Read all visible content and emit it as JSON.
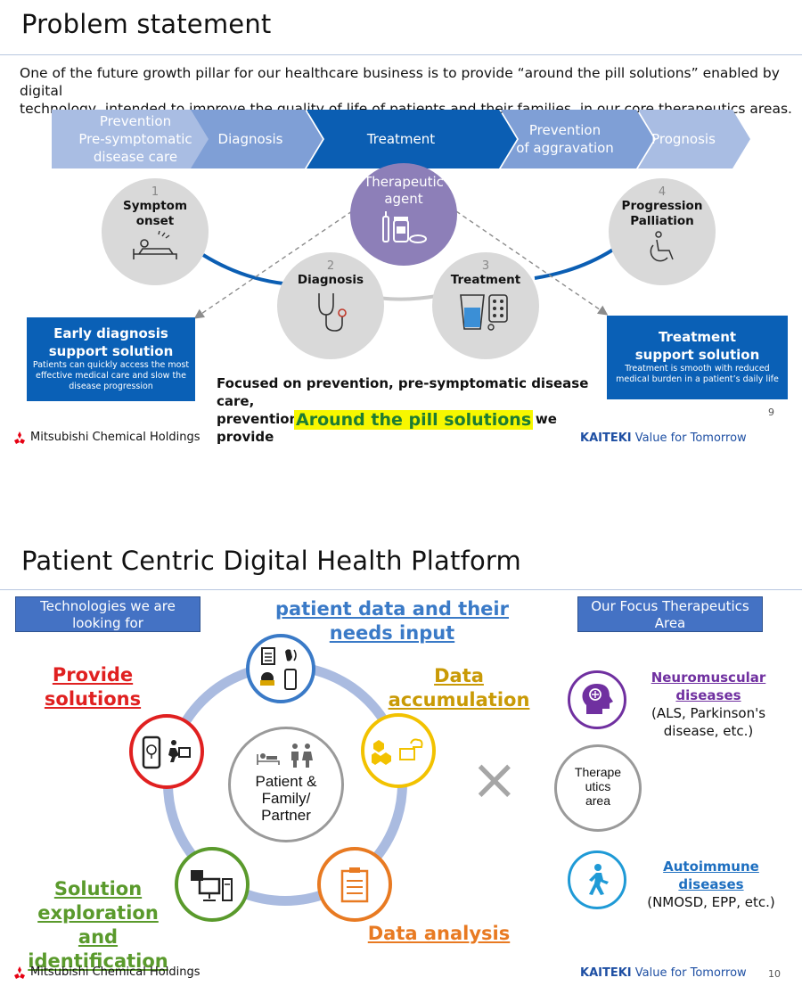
{
  "slide1": {
    "title": "Problem statement",
    "intro_line1": "One of the future growth pillar for our healthcare business is to provide “around the pill solutions” enabled by digital",
    "intro_line2": "technology, intended to improve the quality of life of patients and their families, in our core therapeutics areas.",
    "chevrons": [
      {
        "line1": "Prevention",
        "line2": "Pre-symptomatic",
        "line3": "disease care"
      },
      {
        "line1": "Diagnosis"
      },
      {
        "line1": "Treatment"
      },
      {
        "line1": "Prevention",
        "line2": "of aggravation"
      },
      {
        "line1": "Prognosis"
      }
    ],
    "therapeutic_agent": {
      "line1": "Therapeutic",
      "line2": "agent"
    },
    "stages": [
      {
        "num": "1",
        "line1": "Symptom",
        "line2": "onset"
      },
      {
        "num": "2",
        "line1": "Diagnosis"
      },
      {
        "num": "3",
        "line1": "Treatment"
      },
      {
        "num": "4",
        "line1": "Progression",
        "line2": "Palliation"
      }
    ],
    "left_box": {
      "head1": "Early diagnosis",
      "head2": "support solution",
      "sub1": "Patients can quickly access the most",
      "sub2": "effective medical care and slow the",
      "sub3": "disease progression"
    },
    "right_box": {
      "head1": "Treatment",
      "head2": "support solution",
      "sub1": "Treatment is smooth with reduced",
      "sub2": "medical burden in a patient’s daily life"
    },
    "focus_line1": "Focused on prevention, pre-symptomatic disease care,",
    "focus_line2": "prevention of aggravation and prognosis, we provide",
    "highlight": "Around the pill solutions",
    "page_number": "9"
  },
  "footer": {
    "company": "Mitsubishi Chemical Holdings",
    "slogan_bold": "KAITEKI",
    "slogan_rest": " Value for Tomorrow"
  },
  "slide2": {
    "title": "Patient Centric Digital Health Platform",
    "left_tag": {
      "line1": "Technologies we are",
      "line2": "looking for"
    },
    "right_tag": {
      "line1": "Our Focus Therapeutics",
      "line2": "Area"
    },
    "steps": {
      "input": {
        "line1": "patient data and their",
        "line2": "needs input"
      },
      "accumulation": {
        "line1": "Data",
        "line2": "accumulation"
      },
      "analysis": {
        "line1": "Data analysis"
      },
      "exploration": {
        "line1": "Solution",
        "line2": "exploration",
        "line3": "and identification"
      },
      "provide": {
        "line1": "Provide",
        "line2": "solutions"
      }
    },
    "center": {
      "line1": "Patient &",
      "line2": "Family/",
      "line3": "Partner"
    },
    "cross": "×",
    "therapeutics_circle": {
      "line1": "Therape",
      "line2": "utics",
      "line3": "area"
    },
    "focus_areas": [
      {
        "name1": "Neuromuscular",
        "name2": "diseases",
        "sub1": "(ALS, Parkinson's",
        "sub2": "disease, etc.)"
      },
      {
        "name1": "Autoimmune diseases",
        "sub1": "(NMOSD, EPP, etc.)"
      }
    ],
    "page_number": "10"
  },
  "colors": {
    "chevron_light": "#a9bde3",
    "chevron_mid": "#7f9fd6",
    "chevron_dark": "#0b5eb3",
    "brand_blue": "#0a60b6",
    "agent_purple": "#8d7fb8",
    "ring_blue": "#aabbe0",
    "step_blue": "#3a7ac7",
    "step_gold": "#c99a06",
    "step_orange": "#e87a22",
    "step_green": "#5a9a2c",
    "step_red": "#e02020",
    "neuro_purple": "#7030a0",
    "auto_blue": "#1f9ad6",
    "highlight_yellow": "#f7f700",
    "highlight_text": "#1d7c32"
  }
}
